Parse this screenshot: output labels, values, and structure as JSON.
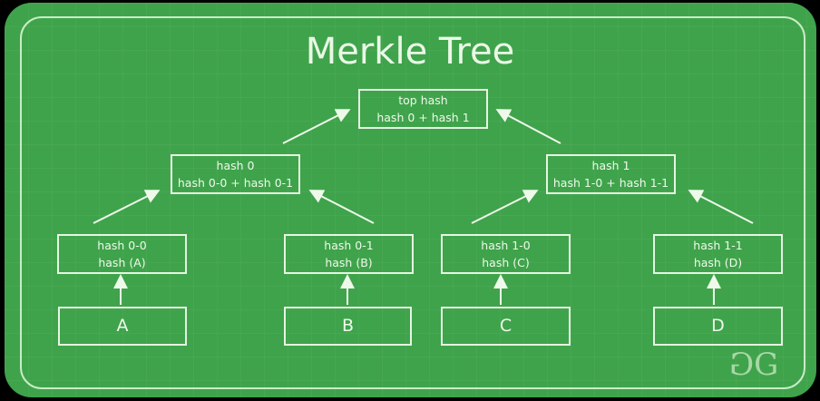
{
  "title": "Merkle Tree",
  "nodes": {
    "top": {
      "line1": "top hash",
      "line2": "hash 0 + hash 1"
    },
    "hash0": {
      "line1": "hash 0",
      "line2": "hash 0-0 + hash 0-1"
    },
    "hash1": {
      "line1": "hash 1",
      "line2": "hash 1-0 + hash 1-1"
    },
    "hash00": {
      "line1": "hash 0-0",
      "line2": "hash (A)"
    },
    "hash01": {
      "line1": "hash 0-1",
      "line2": "hash (B)"
    },
    "hash10": {
      "line1": "hash 1-0",
      "line2": "hash (C)"
    },
    "hash11": {
      "line1": "hash 1-1",
      "line2": "hash (D)"
    }
  },
  "data_blocks": [
    "A",
    "B",
    "C",
    "D"
  ],
  "logo": "GG"
}
